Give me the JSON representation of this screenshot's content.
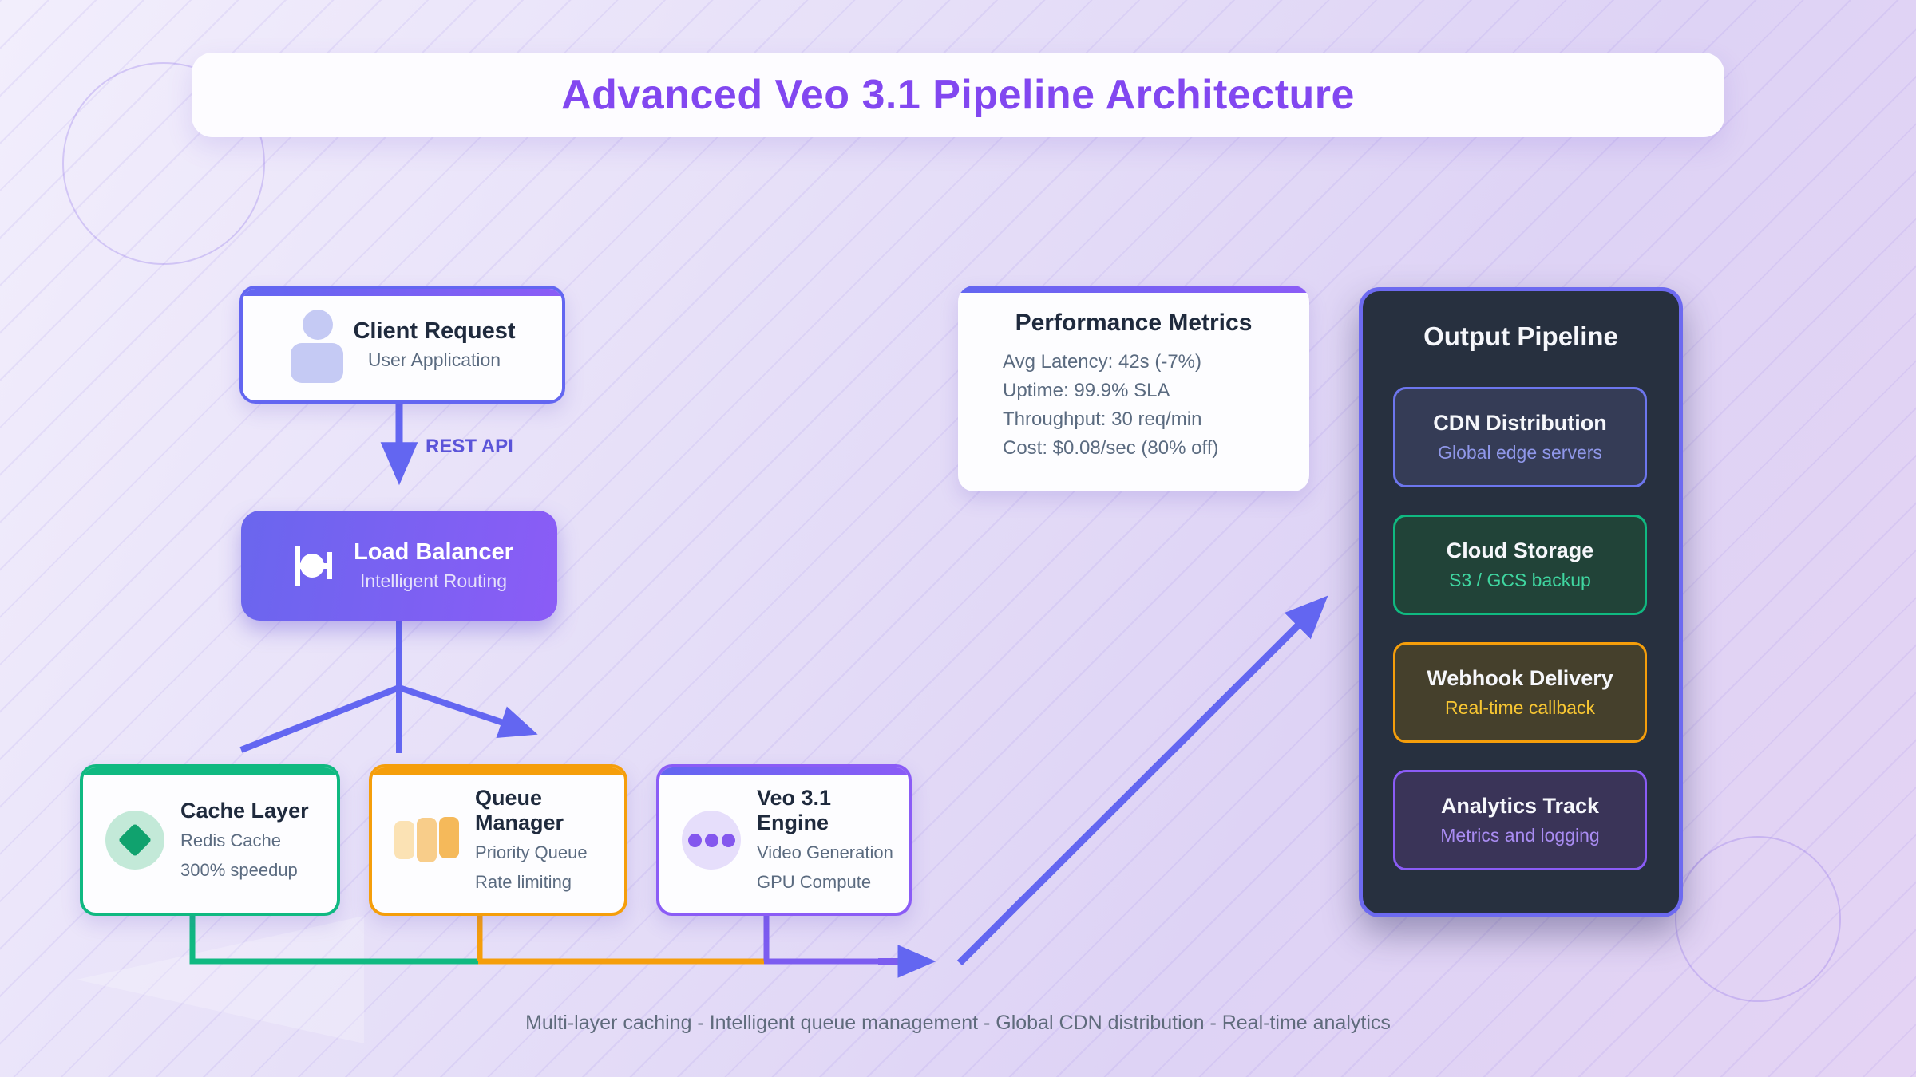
{
  "title": "Advanced Veo 3.1 Pipeline Architecture",
  "nodes": {
    "client_request": {
      "title": "Client Request",
      "subtitle": "User Application",
      "icon": "user-icon"
    },
    "load_balancer": {
      "title": "Load Balancer",
      "subtitle": "Intelligent Routing",
      "icon": "load-balancer-icon"
    },
    "cache_layer": {
      "title": "Cache Layer",
      "line1": "Redis Cache",
      "line2": "300% speedup",
      "icon": "diamond-icon",
      "border_color": "#10b981"
    },
    "queue_manager": {
      "title": "Queue Manager",
      "line1": "Priority Queue",
      "line2": "Rate limiting",
      "icon": "queue-bars-icon",
      "border_color": "#f59e0b"
    },
    "veo_engine": {
      "title": "Veo 3.1 Engine",
      "line1": "Video Generation",
      "line2": "GPU Compute",
      "icon": "three-dots-icon",
      "border_color": "#8b5cf6"
    }
  },
  "labels": {
    "rest_api": "REST API"
  },
  "performance_metrics": {
    "title": "Performance Metrics",
    "lines": [
      "Avg Latency: 42s (-7%)",
      "Uptime: 99.9% SLA",
      "Throughput: 30 req/min",
      "Cost: $0.08/sec (80% off)"
    ]
  },
  "output_pipeline": {
    "title": "Output Pipeline",
    "items": [
      {
        "title": "CDN Distribution",
        "subtitle": "Global edge servers",
        "accent_color": "#6d76ee"
      },
      {
        "title": "Cloud Storage",
        "subtitle": "S3 / GCS backup",
        "accent_color": "#10b981"
      },
      {
        "title": "Webhook Delivery",
        "subtitle": "Real-time callback",
        "accent_color": "#f59e0b"
      },
      {
        "title": "Analytics Track",
        "subtitle": "Metrics and logging",
        "accent_color": "#8b5cf6"
      }
    ]
  },
  "footer": "Multi-layer caching - Intelligent queue management - Global CDN distribution - Real-time analytics",
  "colors": {
    "arrow": "#6366f1",
    "connector_green": "#10b981",
    "connector_orange": "#f59e0b",
    "connector_purple": "#7c5cf0",
    "title_text": "#8247f0",
    "panel_bg": "#27303f",
    "background": "#e6dff8"
  }
}
